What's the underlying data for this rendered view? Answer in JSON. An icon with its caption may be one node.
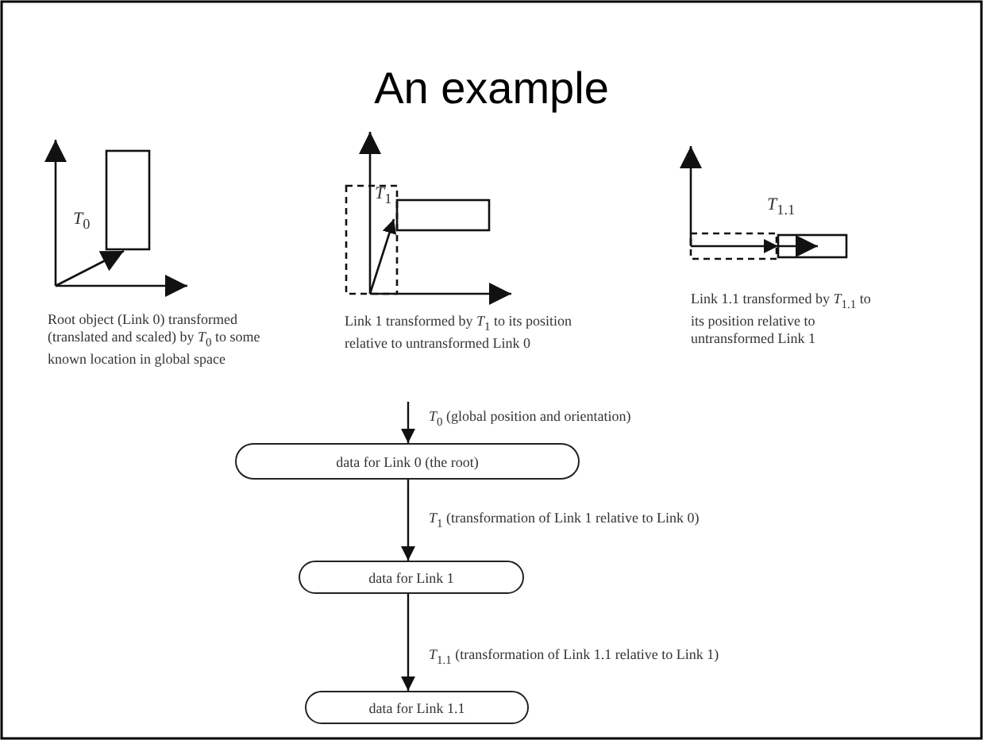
{
  "diagram": {
    "title": "An example",
    "nodes": [
      {
        "text": [
          "data for Link 0 (the root)"
        ]
      },
      {
        "text": [
          "data for Link 1"
        ]
      },
      {
        "text": [
          "data for Link 1.1"
        ]
      }
    ],
    "edges": [
      {
        "from": null,
        "to": 0,
        "arrow": "to",
        "label": "*T*$_{0}$ (global position and orientation)"
      },
      {
        "from": 0,
        "to": 1,
        "arrow": "to",
        "label": "*T*$_{1}$ (transformation of Link 1 relative to Link 0)"
      },
      {
        "from": 1,
        "to": 2,
        "arrow": "to",
        "label": "*T*$_{1.1}$ (transformation of Link 1.1 relative to Link 1)"
      }
    ],
    "labels": [
      "*T*$_{0}$",
      "Root object (Link 0) transformed (translated and scaled) by *T*$_{0}$ to some known location in global space",
      "*T*$_{1}$",
      "Link 1 transformed by *T*$_{1}$ to its position relative to untransformed Link 0",
      "*T*$_{1.1}$",
      "Link 1.1 transformed by *T*$_{1.1}$ to its position relative to untransformed Link 1"
    ]
  }
}
